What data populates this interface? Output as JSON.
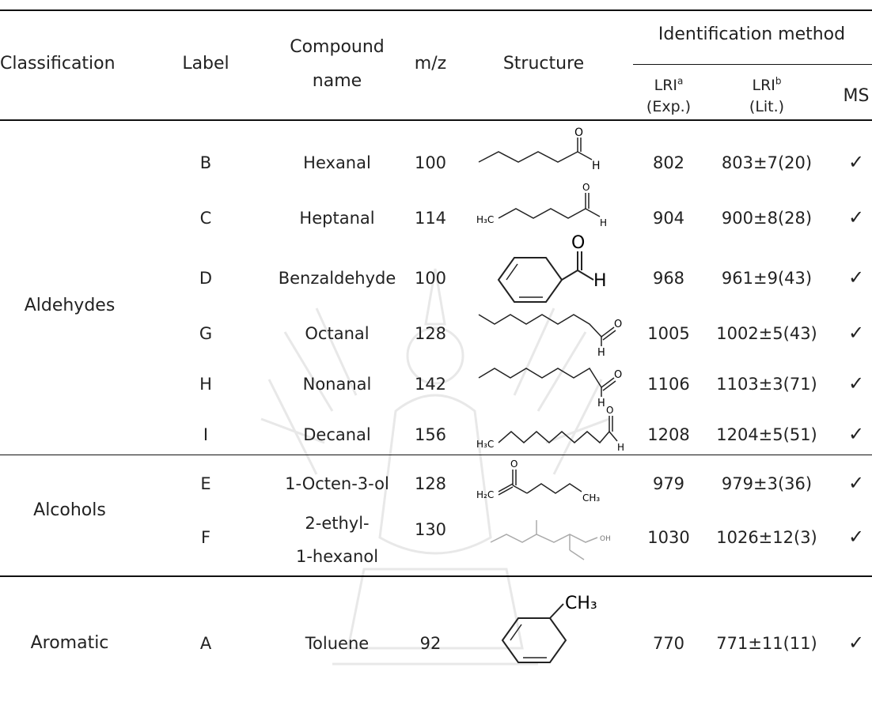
{
  "headers": {
    "classification": "Classification",
    "label": "Label",
    "compound_name_line1": "Compound",
    "compound_name_line2": "name",
    "mz": "m/z",
    "structure": "Structure",
    "identification_method": "Identification method",
    "lri_exp_base": "LRI",
    "lri_exp_sup": "a",
    "lri_exp_note": "(Exp.)",
    "lri_lit_base": "LRI",
    "lri_lit_sup": "b",
    "lri_lit_note": "(Lit.)",
    "ms": "MS"
  },
  "groups": [
    {
      "name": "Aldehydes"
    },
    {
      "name": "Alcohols"
    },
    {
      "name": "Aromatic"
    }
  ],
  "rows": [
    {
      "label": "B",
      "name": "Hexanal",
      "mz": "100",
      "lri_exp": "802",
      "lri_lit": "803±7(20)",
      "ms": "✓"
    },
    {
      "label": "C",
      "name": "Heptanal",
      "mz": "114",
      "lri_exp": "904",
      "lri_lit": "900±8(28)",
      "ms": "✓"
    },
    {
      "label": "D",
      "name": "Benzaldehyde",
      "mz": "100",
      "lri_exp": "968",
      "lri_lit": "961±9(43)",
      "ms": "✓"
    },
    {
      "label": "G",
      "name": "Octanal",
      "mz": "128",
      "lri_exp": "1005",
      "lri_lit": "1002±5(43)",
      "ms": "✓"
    },
    {
      "label": "H",
      "name": "Nonanal",
      "mz": "142",
      "lri_exp": "1106",
      "lri_lit": "1103±3(71)",
      "ms": "✓"
    },
    {
      "label": "I",
      "name": "Decanal",
      "mz": "156",
      "lri_exp": "1208",
      "lri_lit": "1204±5(51)",
      "ms": "✓"
    },
    {
      "label": "E",
      "name": "1-Octen-3-ol",
      "mz": "128",
      "lri_exp": "979",
      "lri_lit": "979±3(36)",
      "ms": "✓"
    },
    {
      "label": "F",
      "name_line1": "2-ethyl-",
      "name_line2": "1-hexanol",
      "mz": "130",
      "lri_exp": "1030",
      "lri_lit": "1026±12(3)",
      "ms": "✓"
    },
    {
      "label": "A",
      "name": "Toluene",
      "mz": "92",
      "lri_exp": "770",
      "lri_lit": "771±11(11)",
      "ms": "✓"
    }
  ],
  "structure_labels": {
    "O": "O",
    "H": "H",
    "H3C": "H₃C",
    "H2C": "H₂C",
    "CH3": "CH₃",
    "OH": "OH"
  }
}
